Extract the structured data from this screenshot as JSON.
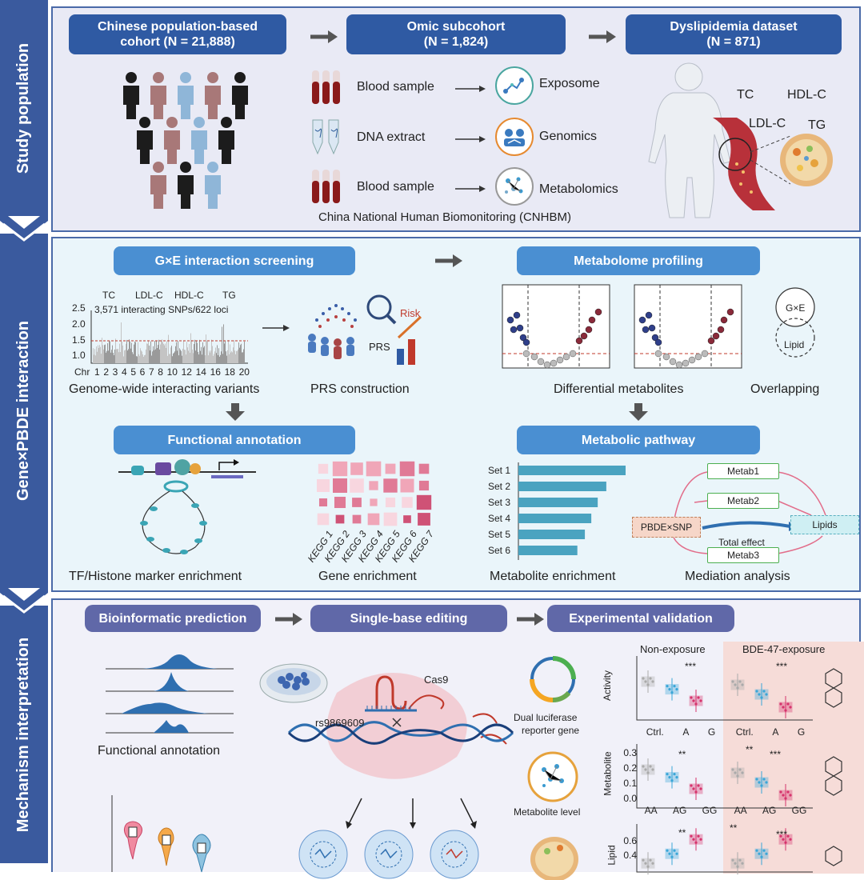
{
  "sections": {
    "study": "Study population",
    "gene": "Gene×PBDE interaction",
    "mech": "Mechanism interpretation"
  },
  "study": {
    "cohort_line1": "Chinese population-based",
    "cohort_line2": "cohort (N = 21,888)",
    "omic_line1": "Omic subcohort",
    "omic_line2": "(N = 1,824)",
    "dys_line1": "Dyslipidemia dataset",
    "dys_line2": "(N = 871)",
    "rows": [
      {
        "sample": "Blood sample",
        "result": "Exposome"
      },
      {
        "sample": "DNA extract",
        "result": "Genomics"
      },
      {
        "sample": "Blood sample",
        "result": "Metabolomics"
      }
    ],
    "cnhbm": "China National Human Biomonitoring (CNHBM)",
    "lipids": [
      "TC",
      "HDL-C",
      "LDL-C",
      "TG"
    ]
  },
  "gene": {
    "gxe": "G×E interaction screening",
    "profiling": "Metabolome profiling",
    "functional": "Functional annotation",
    "pathway": "Metabolic pathway",
    "manhattan_top": [
      "TC",
      "LDL-C",
      "HDL-C",
      "TG"
    ],
    "manhattan_note": "3,571 interacting SNPs/622 loci",
    "manhattan_y": [
      "2.5",
      "2.0",
      "1.5",
      "1.0"
    ],
    "manhattan_chr_label": "Chr",
    "manhattan_chr": [
      "1",
      "2",
      "3",
      "4",
      "5",
      "6",
      "7",
      "8",
      "10",
      "12",
      "14",
      "16",
      "18",
      "20"
    ],
    "caption_gwas": "Genome-wide interacting variants",
    "caption_prs": "PRS construction",
    "prs_label": "PRS",
    "risk_label": "Risk",
    "caption_diff": "Differential metabolites",
    "caption_overlap": "Overlapping",
    "venn_top": "G×E",
    "venn_bottom": "Lipid",
    "caption_tf": "TF/Histone marker enrichment",
    "caption_gene_enrich": "Gene enrichment",
    "kegg": [
      "KEGG 1",
      "KEGG 2",
      "KEGG 3",
      "KEGG 4",
      "KEGG 5",
      "KEGG 6",
      "KEGG 7"
    ],
    "sets": [
      "Set 1",
      "Set 2",
      "Set 3",
      "Set 4",
      "Set 5",
      "Set 6"
    ],
    "set_values": [
      1.0,
      0.82,
      0.74,
      0.68,
      0.62,
      0.55
    ],
    "caption_met_enrich": "Metabolite enrichment",
    "caption_mediation": "Mediation analysis",
    "metab": [
      "Metab1",
      "Metab2",
      "Metab3"
    ],
    "pbde": "PBDE×SNP",
    "lipids_box": "Lipids",
    "total_effect": "Total effect"
  },
  "mech": {
    "bio": "Bioinformatic prediction",
    "single": "Single-base editing",
    "exp": "Experimental validation",
    "caption_functional": "Functional annotation",
    "cas9": "Cas9",
    "rsid": "rs9869609",
    "dual1": "Dual luciferase",
    "dual2": "reporter gene",
    "metab_level": "Metabolite level",
    "non_exposure": "Non-exposure",
    "bde": "BDE-47-exposure",
    "activity_label": "Activity",
    "metabolite_label": "Metabolite",
    "lipid_label": "Lipid",
    "x1": [
      "Ctrl.",
      "A",
      "G"
    ],
    "x2": [
      "AA",
      "AG",
      "GG"
    ],
    "y_metab": [
      "0.3",
      "0.2",
      "0.1",
      "0.0"
    ],
    "y_lipid": [
      "0.6",
      "0.4"
    ],
    "sig3": "***",
    "sig2": "**"
  },
  "colors": {
    "side": "#3a5a9e",
    "pill_dark": "#2f5aa3",
    "pill_light": "#4a8fd2",
    "pill_mech": "#6068a8",
    "panel1_bg": "#e9eaf5",
    "panel2_bg": "#eaf5fa",
    "panel3_bg": "#f1f1f9",
    "exposure_bg": "#f6dcd8"
  }
}
